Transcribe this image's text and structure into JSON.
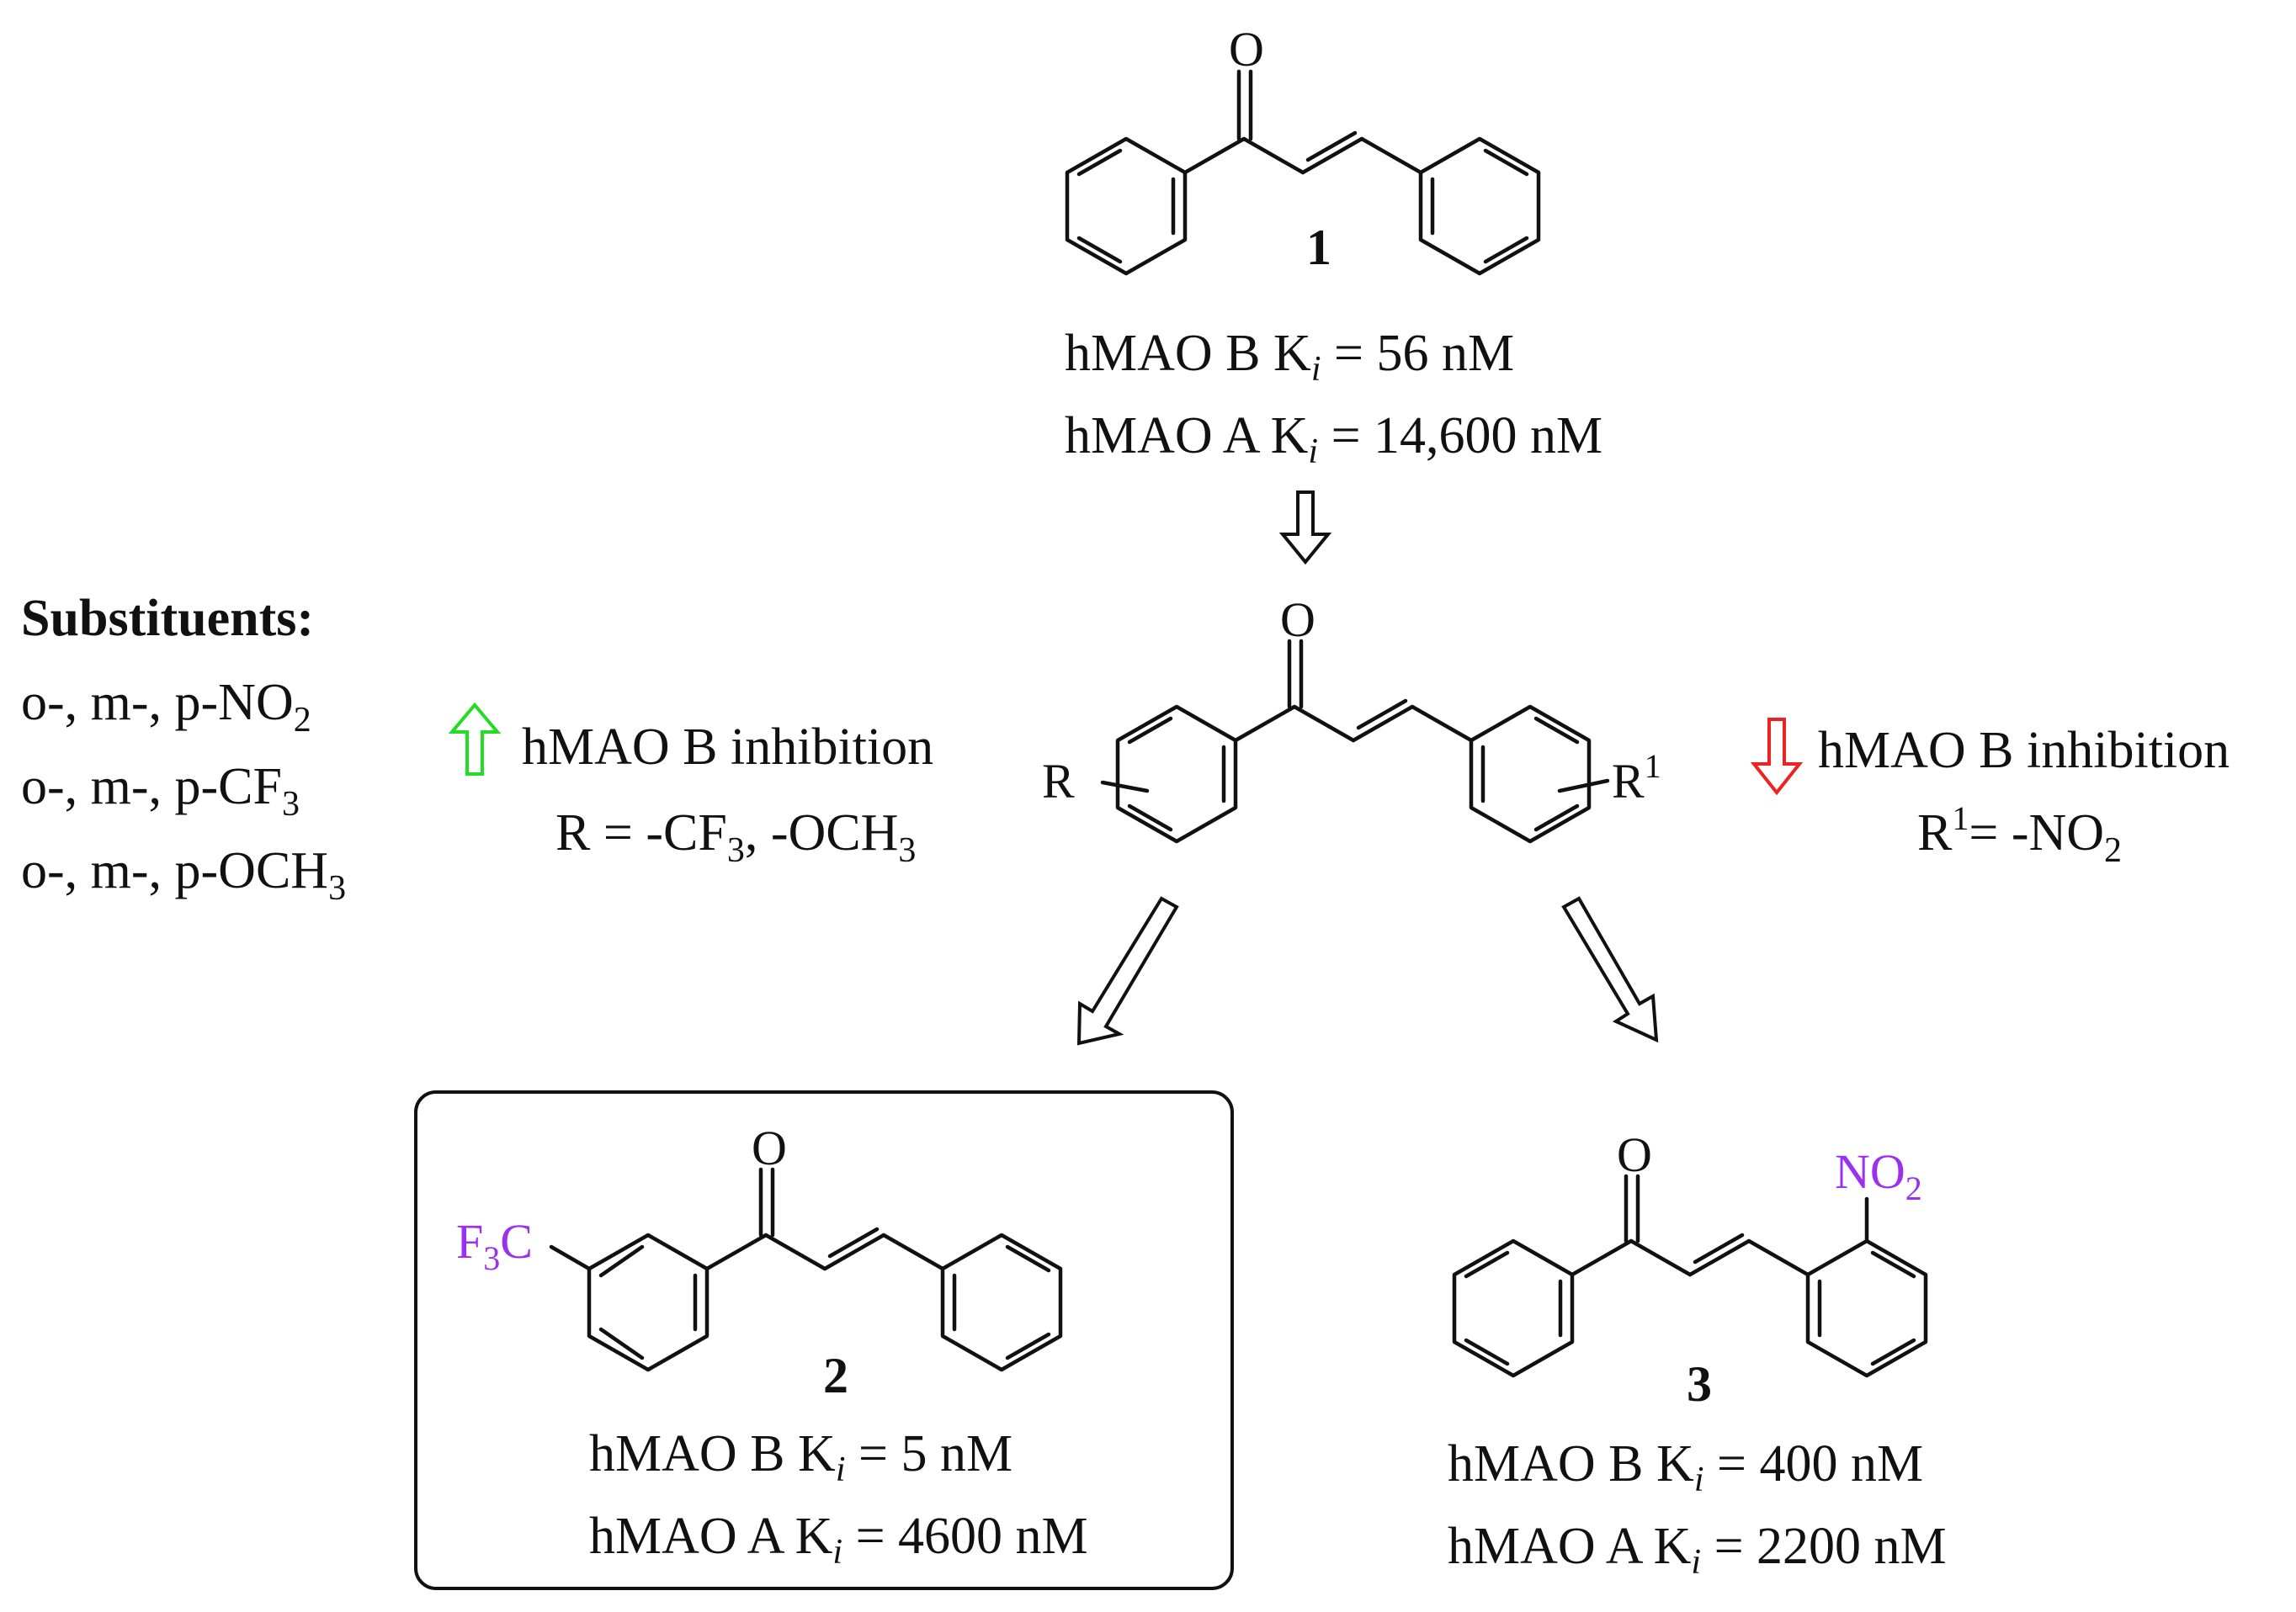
{
  "compound1": {
    "label": "1",
    "atom_o": "O",
    "mao_b": {
      "prefix": "hMAO B K",
      "sub": "i",
      "suffix": " = 56 nM"
    },
    "mao_a": {
      "prefix": "hMAO A K",
      "sub": "i",
      "suffix": " = 14,600 nM"
    }
  },
  "substituents": {
    "heading": "Substituents:",
    "rows": [
      {
        "prefix": "o-, m-, p-NO",
        "sub": "2"
      },
      {
        "prefix": "o-, m-, p-CF",
        "sub": "3"
      },
      {
        "prefix": "o-, m-, p-OCH",
        "sub": "3"
      }
    ]
  },
  "general": {
    "atom_o": "O",
    "r_label": "R",
    "r1_label": "R",
    "r1_sup": "1"
  },
  "left_effect": {
    "line1": "hMAO B inhibition",
    "line2": {
      "a": "R = -CF",
      "b": "3",
      "c": ", -OCH",
      "d": "3"
    },
    "arrow_color": "#22dd22"
  },
  "right_effect": {
    "line1": "hMAO B inhibition",
    "line2": {
      "a": "R",
      "b": "1",
      "c": "= -NO",
      "d": "2"
    },
    "arrow_color": "#ee2222"
  },
  "compound2": {
    "label": "2",
    "atom_o": "O",
    "substituent": {
      "a": "F",
      "b": "3",
      "c": "C"
    },
    "mao_b": {
      "prefix": "hMAO B K",
      "sub": "i",
      "suffix": " = 5 nM"
    },
    "mao_a": {
      "prefix": "hMAO A K",
      "sub": "i",
      "suffix": " = 4600 nM"
    }
  },
  "compound3": {
    "label": "3",
    "atom_o": "O",
    "substituent": {
      "a": "NO",
      "b": "2"
    },
    "mao_b": {
      "prefix": "hMAO B K",
      "sub": "i",
      "suffix": " = 400 nM"
    },
    "mao_a": {
      "prefix": "hMAO A K",
      "sub": "i",
      "suffix": " = 2200 nM"
    }
  },
  "colors": {
    "highlight": "#9b30f0",
    "increase_arrow": "#22dd22",
    "decrease_arrow": "#ee2222"
  }
}
